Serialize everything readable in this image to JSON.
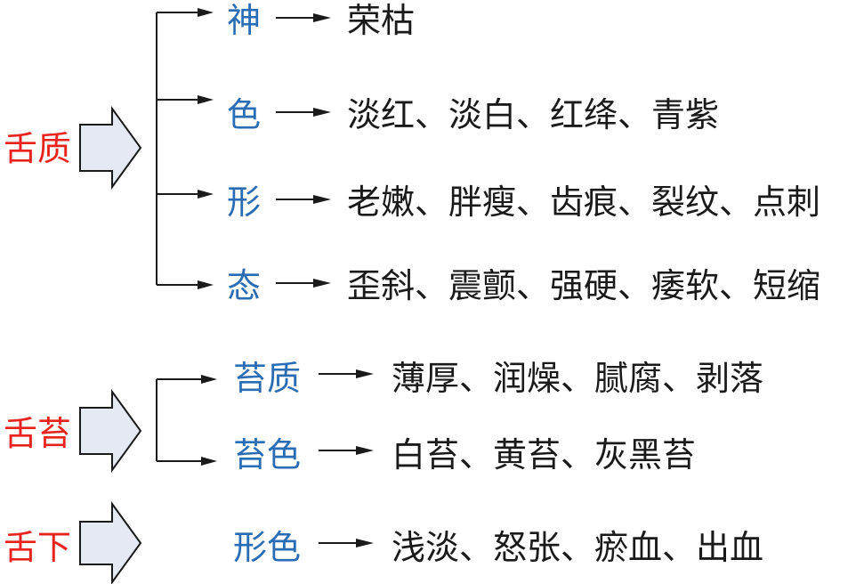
{
  "groups": [
    {
      "label": "舌质",
      "items": [
        {
          "label": "神",
          "detail": "荣枯"
        },
        {
          "label": "色",
          "detail": "淡红、淡白、红绛、青紫"
        },
        {
          "label": "形",
          "detail": "老嫩、胖瘦、齿痕、裂纹、点刺"
        },
        {
          "label": "态",
          "detail": "歪斜、震颤、强硬、痿软、短缩"
        }
      ]
    },
    {
      "label": "舌苔",
      "items": [
        {
          "label": "苔质",
          "detail": "薄厚、润燥、腻腐、剥落"
        },
        {
          "label": "苔色",
          "detail": "白苔、黄苔、灰黑苔"
        }
      ]
    },
    {
      "label": "舌下",
      "items": [
        {
          "label": "形色",
          "detail": "浅淡、怒张、瘀血、出血"
        }
      ]
    }
  ],
  "colors": {
    "category": "#e8231e",
    "subitem": "#2a6db5",
    "detail": "#1a1a1a",
    "block_arrow_fill": "#e4e9f4"
  }
}
